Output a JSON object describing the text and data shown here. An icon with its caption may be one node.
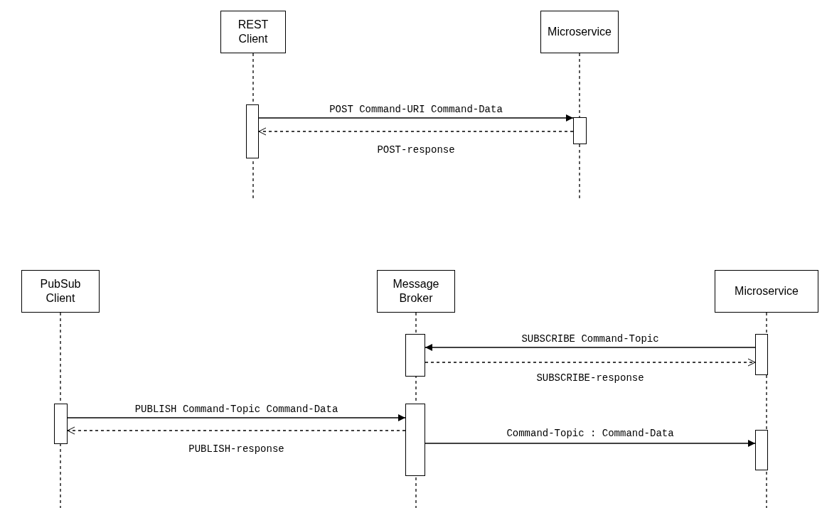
{
  "diagram": {
    "nodes": [
      {
        "text": [
          "REST Client"
        ]
      },
      {
        "text": [
          "Microservice"
        ]
      },
      {
        "text": [],
        "shape": "bar"
      },
      {
        "text": [],
        "shape": "bar"
      },
      {
        "text": [
          "PubSub Client"
        ]
      },
      {
        "text": [
          "Message Broker"
        ]
      },
      {
        "text": [
          "Microservice"
        ]
      },
      {
        "text": [],
        "shape": "bar"
      },
      {
        "text": [],
        "shape": "bar"
      },
      {
        "text": [],
        "shape": "bar"
      },
      {
        "text": [],
        "shape": "bar"
      },
      {
        "text": [],
        "shape": "bar"
      }
    ],
    "edges": [
      {
        "from": 2,
        "to": 3,
        "arrow": "to",
        "label": "POST Command-URI Command-Data"
      },
      {
        "from": 3,
        "to": 2,
        "arrow": "to",
        "style": "dashed",
        "label": "POST-response"
      },
      {
        "from": 8,
        "to": 7,
        "arrow": "to",
        "label": "SUBSCRIBE Command-Topic"
      },
      {
        "from": 7,
        "to": 8,
        "arrow": "to",
        "style": "dashed",
        "label": "SUBSCRIBE-response"
      },
      {
        "from": 9,
        "to": 10,
        "arrow": "to",
        "label": "PUBLISH Command-Topic Command-Data"
      },
      {
        "from": 10,
        "to": 9,
        "arrow": "to",
        "style": "dashed",
        "label": "PUBLISH-response"
      },
      {
        "from": 10,
        "to": 11,
        "arrow": "to",
        "label": "Command-Topic : Command-Data"
      }
    ]
  }
}
